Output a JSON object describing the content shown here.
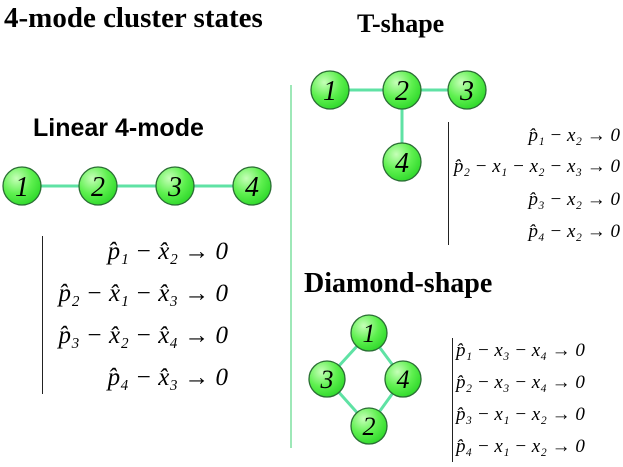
{
  "titles": {
    "main": "4-mode cluster states",
    "t_shape": "T-shape",
    "linear": "Linear 4-mode",
    "diamond": "Diamond-shape"
  },
  "colors": {
    "node_fill_light": "#c6ffb8",
    "node_fill_dark": "#2ed82a",
    "node_stroke": "#2a6e34",
    "edge": "#5fe2a4",
    "divider": "#7fe0a0"
  },
  "linear": {
    "nodes": [
      "1",
      "2",
      "3",
      "4"
    ],
    "equations": [
      "p̂₁ − x̂₂ → 0",
      "p̂₂ − x̂₁ − x̂₃ → 0",
      "p̂₃ − x̂₂ − x̂₄ → 0",
      "p̂₄ − x̂₃ → 0"
    ]
  },
  "t_shape": {
    "nodes": [
      "1",
      "2",
      "3",
      "4"
    ],
    "equations": [
      "p̂₁ − x₂ → 0",
      "p̂₂ − x₁ − x₂ − x₃ → 0",
      "p̂₃ − x₂ → 0",
      "p̂₄ − x₂ → 0"
    ]
  },
  "diamond": {
    "nodes": [
      "1",
      "3",
      "4",
      "2"
    ],
    "equations": [
      "p̂₁ − x₃ − x₄ → 0",
      "p̂₂ − x₃ − x₄ → 0",
      "p̂₃ − x₁ − x₂ → 0",
      "p̂₄ − x₁ − x₂ → 0"
    ]
  }
}
